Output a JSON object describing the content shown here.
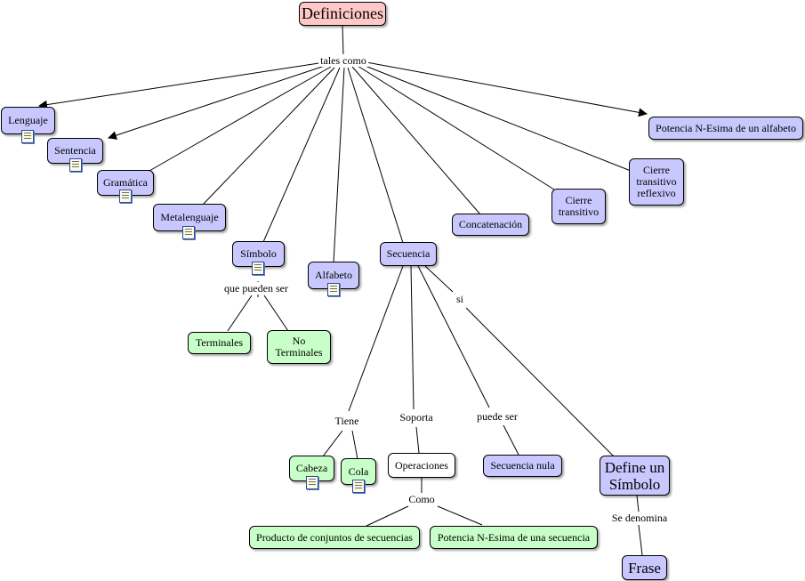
{
  "nodes": {
    "definiciones": "Definiciones",
    "lenguaje": "Lenguaje",
    "sentencia": "Sentencia",
    "gramatica": "Gramática",
    "metalenguaje": "Metalenguaje",
    "simbolo": "Símbolo",
    "alfabeto": "Alfabeto",
    "secuencia": "Secuencia",
    "concatenacion": "Concatenación",
    "cierre_transitivo": "Cierre transitivo",
    "cierre_transitivo_reflexivo": "Cierre transitivo reflexivo",
    "potencia_alfabeto": "Potencia N-Esima de un alfabeto",
    "terminales": "Terminales",
    "no_terminales": "No Terminales",
    "cabeza": "Cabeza",
    "cola": "Cola",
    "operaciones": "Operaciones",
    "secuencia_nula": "Secuencia nula",
    "define_simbolo": "Define un Símbolo",
    "producto_conjuntos": "Producto de conjuntos de secuencias",
    "potencia_secuencia": "Potencia N-Esima de una secuencia",
    "frase": "Frase"
  },
  "links": {
    "tales_como": "tales como",
    "que_pueden_ser": "que pueden ser",
    "tiene": "Tiene",
    "soporta": "Soporta",
    "puede_ser": "puede ser",
    "si": "si",
    "como": "Como",
    "se_denomina": "Se denomina"
  },
  "colors": {
    "root": "#ffc8c8",
    "concept": "#c8c8ff",
    "leaf": "#c8ffc8",
    "operation": "#ffffff"
  },
  "icons": [
    "document-icon"
  ]
}
